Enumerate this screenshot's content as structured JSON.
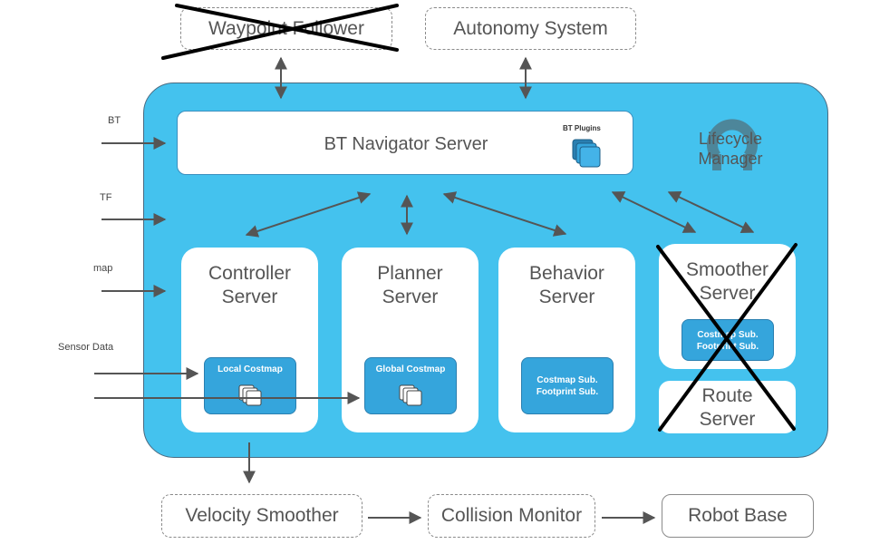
{
  "top_boxes": {
    "waypoint_follower": "Waypoint Follower",
    "autonomy_system": "Autonomy System"
  },
  "inputs": {
    "bt": "BT",
    "tf": "TF",
    "map": "map",
    "sensor_data": "Sensor Data"
  },
  "bt_navigator": {
    "title": "BT Navigator Server",
    "plugins_label": "BT Plugins"
  },
  "lifecycle_manager": {
    "line1": "Lifecycle",
    "line2": "Manager"
  },
  "servers": {
    "controller": {
      "line1": "Controller",
      "line2": "Server",
      "inner": "Local Costmap"
    },
    "planner": {
      "line1": "Planner",
      "line2": "Server",
      "inner": "Global Costmap"
    },
    "behavior": {
      "line1": "Behavior",
      "line2": "Server",
      "inner_line1": "Costmap Sub.",
      "inner_line2": "Footprint Sub."
    },
    "smoother": {
      "line1": "Smoother",
      "line2": "Server",
      "inner_line1": "Costmap Sub.",
      "inner_line2": "Footprint Sub."
    },
    "route": {
      "line1": "Route",
      "line2": "Server"
    }
  },
  "bottom_boxes": {
    "velocity_smoother": "Velocity Smoother",
    "collision_monitor": "Collision Monitor",
    "robot_base": "Robot Base"
  },
  "colors": {
    "panel": "#44c2ee",
    "inner_blue": "#35a5dc",
    "arrow": "#555555",
    "cross": "#000000"
  }
}
